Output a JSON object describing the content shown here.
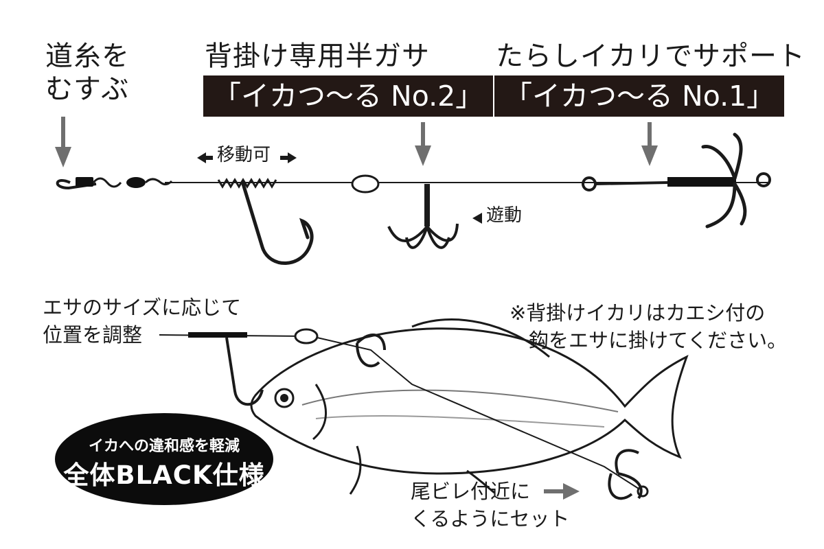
{
  "top": {
    "line_knot": "道糸を",
    "line_knot_2": "むすぶ",
    "hook2_title": "背掛け専用半ガサ",
    "hook2_product": "「イカつ〜る No.2」",
    "hook1_title": "たらしイカリでサポート",
    "hook1_product": "「イカつ〜る No.1」",
    "movable": "移動可",
    "swinging": "遊動"
  },
  "bottom": {
    "adjust_line1": "エサのサイズに応じて",
    "adjust_line2": "位置を調整",
    "note_line1": "※背掛けイカリはカエシ付の",
    "note_line2": "鈎をエサに掛けてください。",
    "tail_line1": "尾ビレ付近に",
    "tail_line2": "くるようにセット",
    "badge_line1": "イカへの違和感を軽減",
    "badge_line2": "全体BLACK仕様"
  },
  "colors": {
    "ink": "#1a1a1a",
    "box": "#231815",
    "arrow": "#6f6f6f"
  }
}
